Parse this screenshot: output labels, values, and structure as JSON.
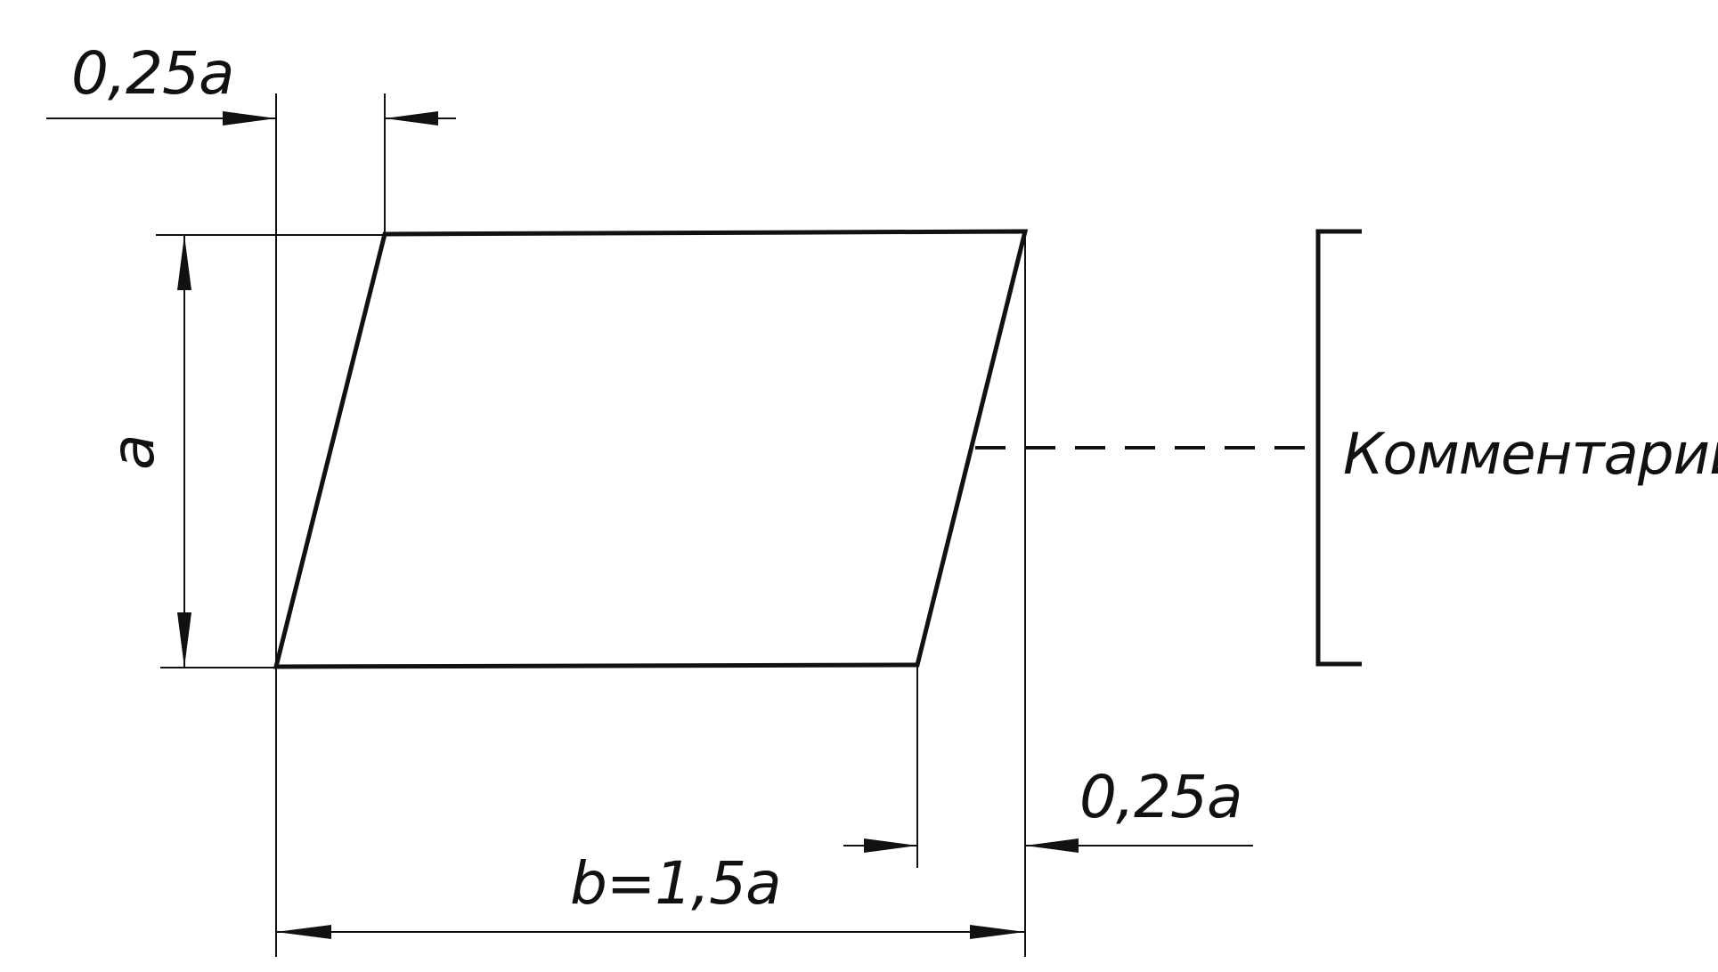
{
  "labels": {
    "offset_top": "0,25a",
    "offset_bottom": "0,25a",
    "height": "a",
    "width": "b=1,5a",
    "comment": "Комментарий"
  }
}
